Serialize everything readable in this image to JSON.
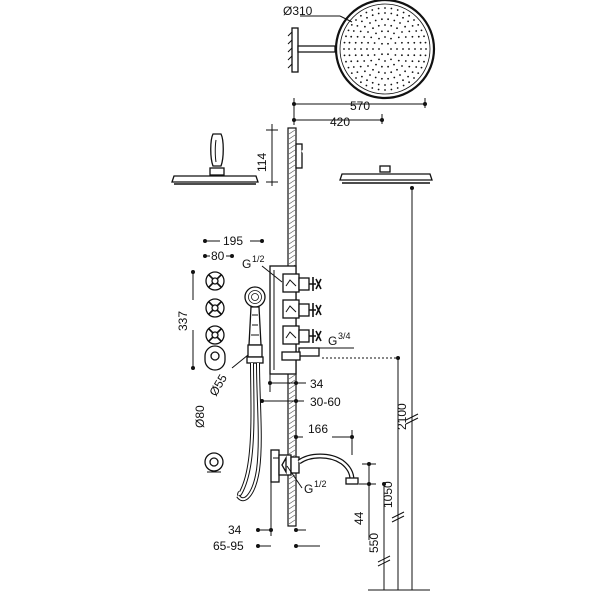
{
  "dimensions": {
    "shower_head_diameter": "Ø310",
    "total_arm_reach": "570",
    "arm_reach": "420",
    "arm_height": "114",
    "faceplate_width": "195",
    "knob_spacing": "80",
    "valve_height": "337",
    "upper_connection": "G",
    "upper_connection_fraction": "1/2",
    "outlet_connection": "G",
    "outlet_connection_fraction": "3/4",
    "hand_shower_diameter": "Ø55",
    "valve_depth": "34",
    "valve_recess": "30-60",
    "wall_outlet_diameter": "Ø80",
    "spout_reach": "166",
    "spout_height": "44",
    "lower_connection": "G",
    "lower_connection_fraction": "1/2",
    "shower_height": "2100",
    "spout_mount_height": "1050",
    "spout_base_height": "550",
    "lower_depth": "34",
    "lower_recess": "65-95"
  },
  "colors": {
    "line": "#111111",
    "background": "#ffffff"
  }
}
